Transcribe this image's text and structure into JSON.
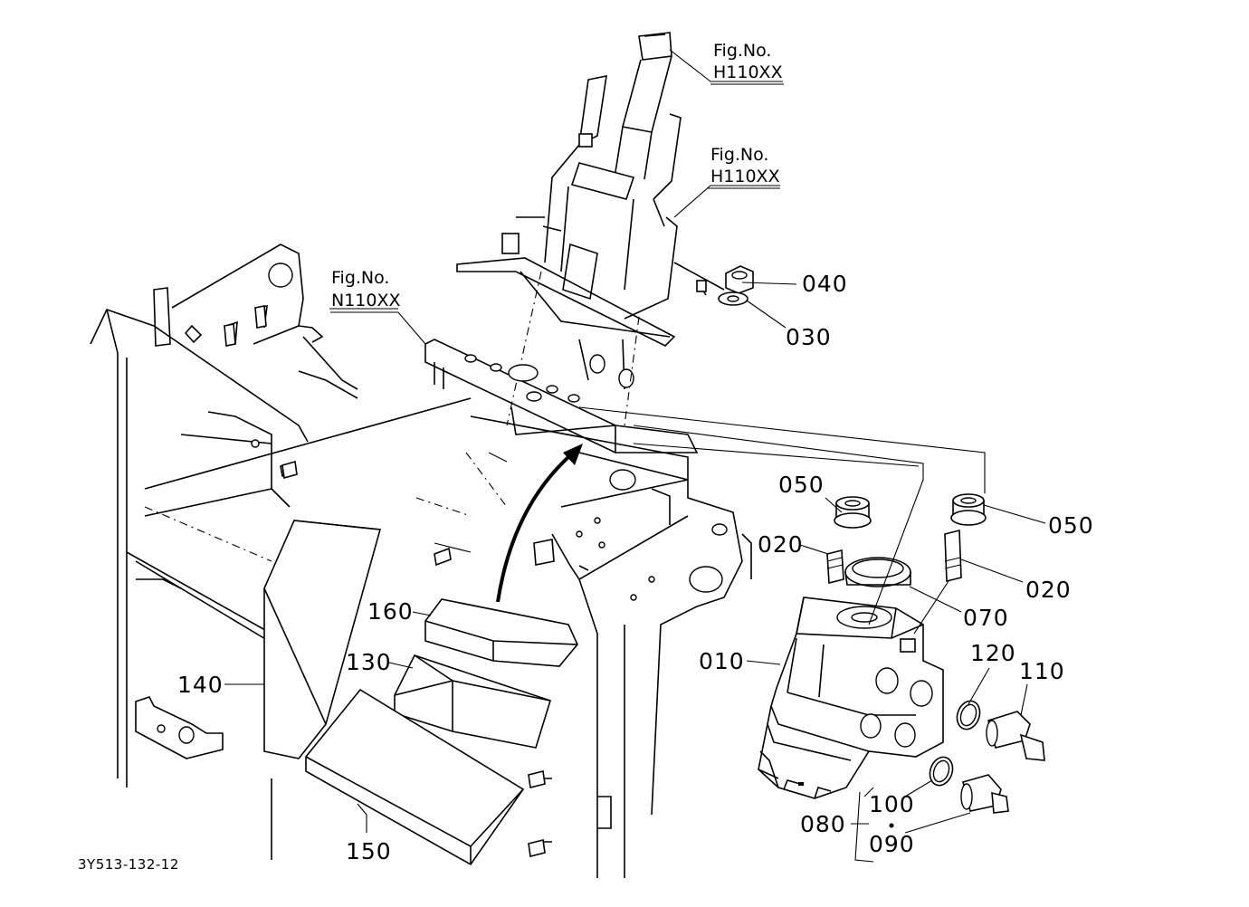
{
  "figure_refs": [
    {
      "label": "Fig.No.",
      "number": "H110XX"
    },
    {
      "label": "Fig.No.",
      "number": "H110XX"
    },
    {
      "label": "Fig.No.",
      "number": "N110XX"
    }
  ],
  "parts": {
    "p010": "010",
    "p020a": "020",
    "p020b": "020",
    "p030": "030",
    "p040": "040",
    "p050a": "050",
    "p050b": "050",
    "p070": "070",
    "p080": "080",
    "p090": "090",
    "p100": "100",
    "p110": "110",
    "p120": "120",
    "p130": "130",
    "p140": "140",
    "p150": "150",
    "p160": "160"
  },
  "diagram_code": "3Y513-132-12"
}
